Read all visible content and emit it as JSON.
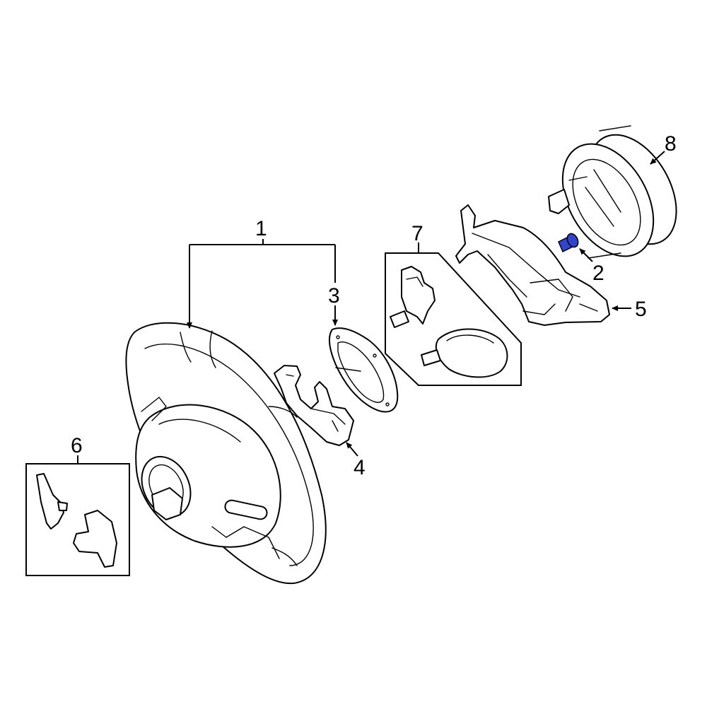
{
  "callouts": {
    "c1": "1",
    "c2": "2",
    "c3": "3",
    "c4": "4",
    "c5": "5",
    "c6": "6",
    "c7": "7",
    "c8": "8"
  },
  "colors": {
    "line": "#000000",
    "highlight": "#3344cc",
    "background": "#ffffff"
  }
}
